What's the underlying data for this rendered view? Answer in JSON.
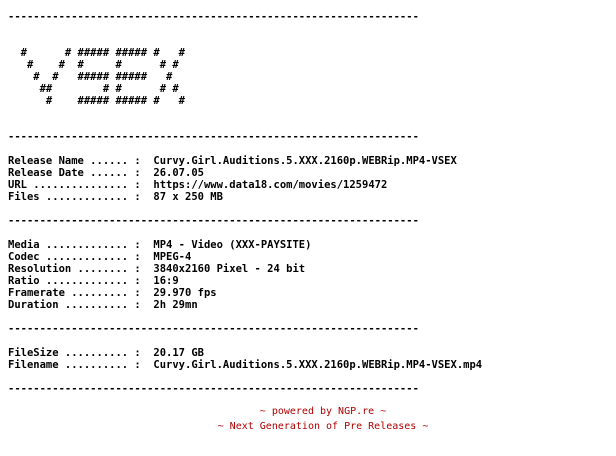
{
  "nfo_lines": [
    "-----------------------------------------------------------------",
    "",
    "",
    "  #      # ##### ##### #   #",
    "   #    #  #     #      # #",
    "    #  #   ##### #####   #",
    "     ##        # #      # #",
    "      #    ##### ##### #   #",
    "",
    "",
    "-----------------------------------------------------------------",
    "",
    "Release Name ...... :  Curvy.Girl.Auditions.5.XXX.2160p.WEBRip.MP4-VSEX",
    "Release Date ...... :  26.07.05",
    "URL ............... :  https://www.data18.com/movies/1259472",
    "Files ............. :  87 x 250 MB",
    "",
    "-----------------------------------------------------------------",
    "",
    "Media ............. :  MP4 - Video (XXX-PAYSITE)",
    "Codec ............. :  MPEG-4",
    "Resolution ........ :  3840x2160 Pixel - 24 bit",
    "Ratio ............. :  16:9",
    "Framerate ......... :  29.970 fps",
    "Duration .......... :  2h 29mn",
    "",
    "-----------------------------------------------------------------",
    "",
    "FileSize .......... :  20.17 GB",
    "Filename .......... :  Curvy.Girl.Auditions.5.XXX.2160p.WEBRip.MP4-VSEX.mp4",
    "",
    "-----------------------------------------------------------------"
  ],
  "footer": {
    "line1": "~ powered by NGP.re ~",
    "line2": "~ Next Generation of Pre Releases ~",
    "color": "#b00000"
  }
}
